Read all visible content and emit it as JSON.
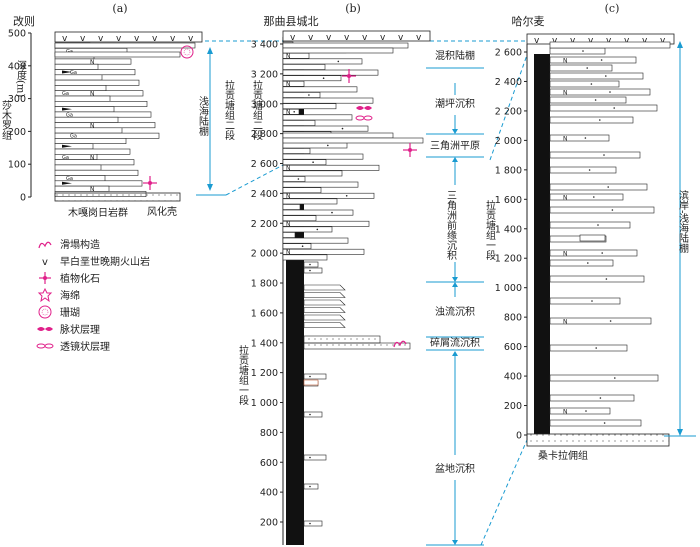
{
  "panels": {
    "a": {
      "letter": "(a)",
      "name": "改则"
    },
    "b": {
      "letter": "(b)",
      "name": "那曲县城北"
    },
    "c": {
      "letter": "(c)",
      "name": "哈尔麦"
    }
  },
  "axis_a": {
    "label": "深度(m)",
    "ticks": [
      "500",
      "400",
      "300",
      "200",
      "100",
      "0"
    ]
  },
  "axis_b": {
    "ticks": [
      "3 400",
      "3 200",
      "3 000",
      "2 800",
      "2 600",
      "2 400",
      "2 200",
      "2 000",
      "1 800",
      "1 600",
      "1 400",
      "1 200",
      "1 000",
      "800",
      "600",
      "400",
      "200"
    ]
  },
  "axis_c": {
    "ticks": [
      "2 600",
      "2 400",
      "2 200",
      "2 000",
      "1 800",
      "1 600",
      "1 400",
      "1 200",
      "1 000",
      "800",
      "600",
      "400",
      "200",
      "0"
    ]
  },
  "labels_a": {
    "formation": "莎木罗组",
    "base_formation": "木嘎岗日岩群",
    "weathering": "风化壳",
    "facies": "浅海陆棚",
    "member": "拉贡塘组二段"
  },
  "labels_b": {
    "member1": "拉贡塘组一段",
    "member2": "拉贡塘组二段",
    "facies": [
      "混积陆棚",
      "潮坪沉积",
      "三角洲平原",
      "三角洲前缘沉积",
      "浊流沉积",
      "碎屑流沉积",
      "盆地沉积"
    ]
  },
  "labels_c": {
    "member1": "拉贡塘组一段",
    "base_formation": "桑卡拉佣组",
    "facies": "滨岸-浅海陆棚"
  },
  "legend": [
    {
      "icon": "slump-icon",
      "label": "滑塌构造"
    },
    {
      "icon": "volcanic-icon",
      "label": "早白垩世晚期火山岩"
    },
    {
      "icon": "plant-fossil-icon",
      "label": "植物化石"
    },
    {
      "icon": "sponge-icon",
      "label": "海绵"
    },
    {
      "icon": "coral-icon",
      "label": "珊瑚"
    },
    {
      "icon": "vein-bedding-icon",
      "label": "脉状层理"
    },
    {
      "icon": "lenticular-bedding-icon",
      "label": "透镜状层理"
    }
  ],
  "symbols": {
    "n_letter": "N",
    "volcanic_mark": "v",
    "ga_mark": "Ga"
  },
  "colors": {
    "line": "#222222",
    "accent_blue": "#1a9bd1",
    "magenta": "#e0208a",
    "fill_dark": "#111111",
    "brown_orange": "#c0603a"
  }
}
